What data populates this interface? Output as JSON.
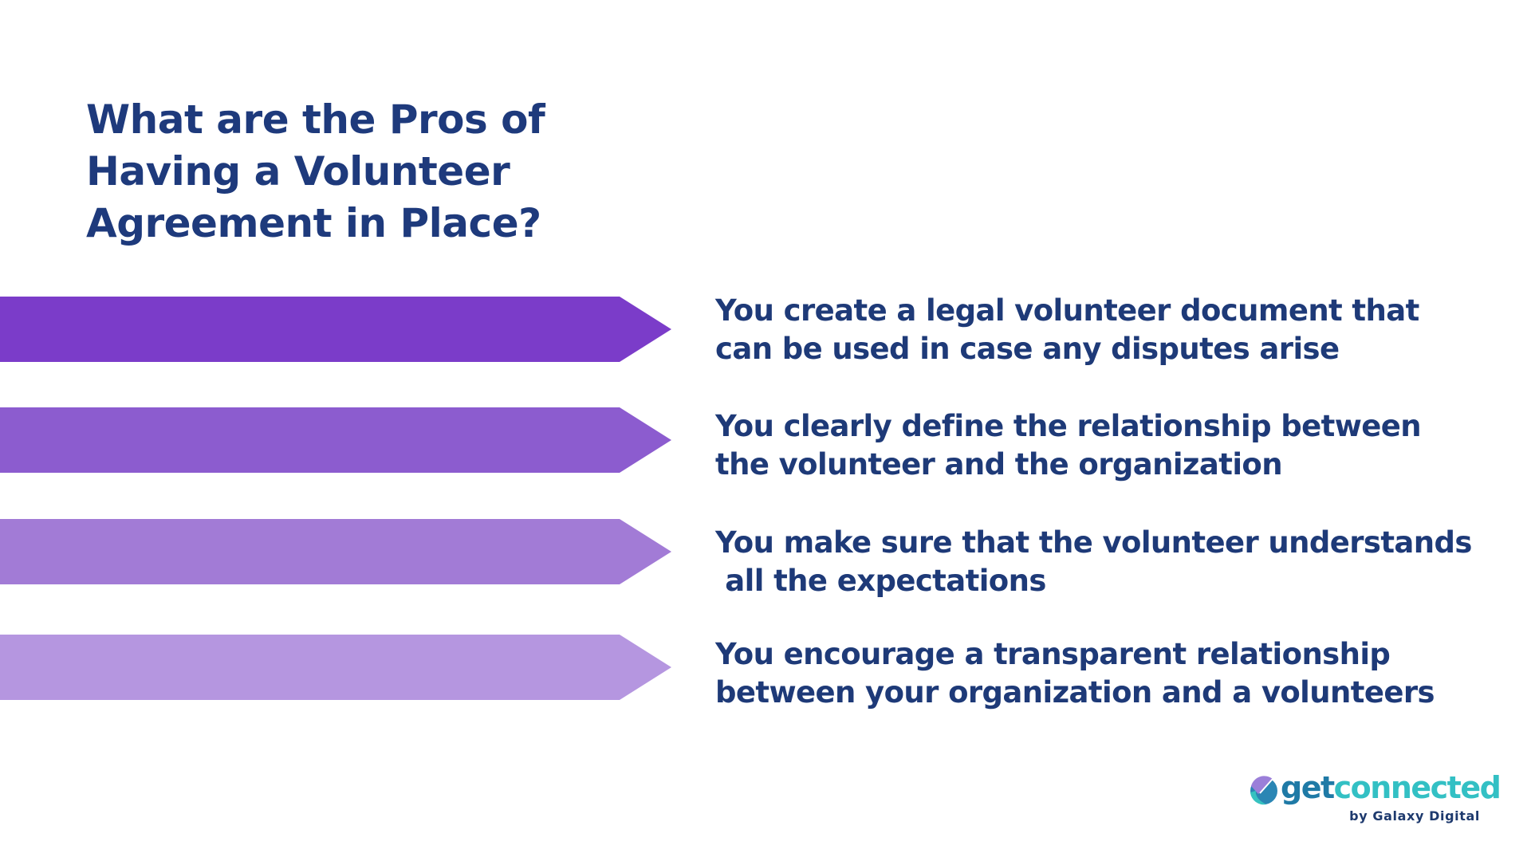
{
  "slide": {
    "title_lines": [
      "What are the Pros of",
      "Having a Volunteer",
      "Agreement in Place?"
    ],
    "items": [
      {
        "lines": [
          "You create a legal volunteer document that",
          "can be used in case any disputes arise"
        ],
        "arrow_color": "#7b3cc9"
      },
      {
        "lines": [
          "You clearly define the relationship between",
          "the volunteer and the organization"
        ],
        "arrow_color": "#8c5ccf"
      },
      {
        "lines": [
          "You make sure that the volunteer understands",
          " all the expectations"
        ],
        "arrow_color": "#a27bd6"
      },
      {
        "lines": [
          "You encourage a transparent relationship",
          "between your organization and a volunteers"
        ],
        "arrow_color": "#b596e0"
      }
    ],
    "text_color": "#1e3a78"
  },
  "logo": {
    "word_part1": "get",
    "word_part2": "connected",
    "tagline": "by Galaxy Digital",
    "colors": {
      "get": "#1f7aa6",
      "connected": "#33c0c4",
      "tagline": "#1e3a6e",
      "mark_purple": "#9b7fd9",
      "mark_blue": "#2a86b4",
      "mark_teal": "#36c2c0"
    }
  }
}
